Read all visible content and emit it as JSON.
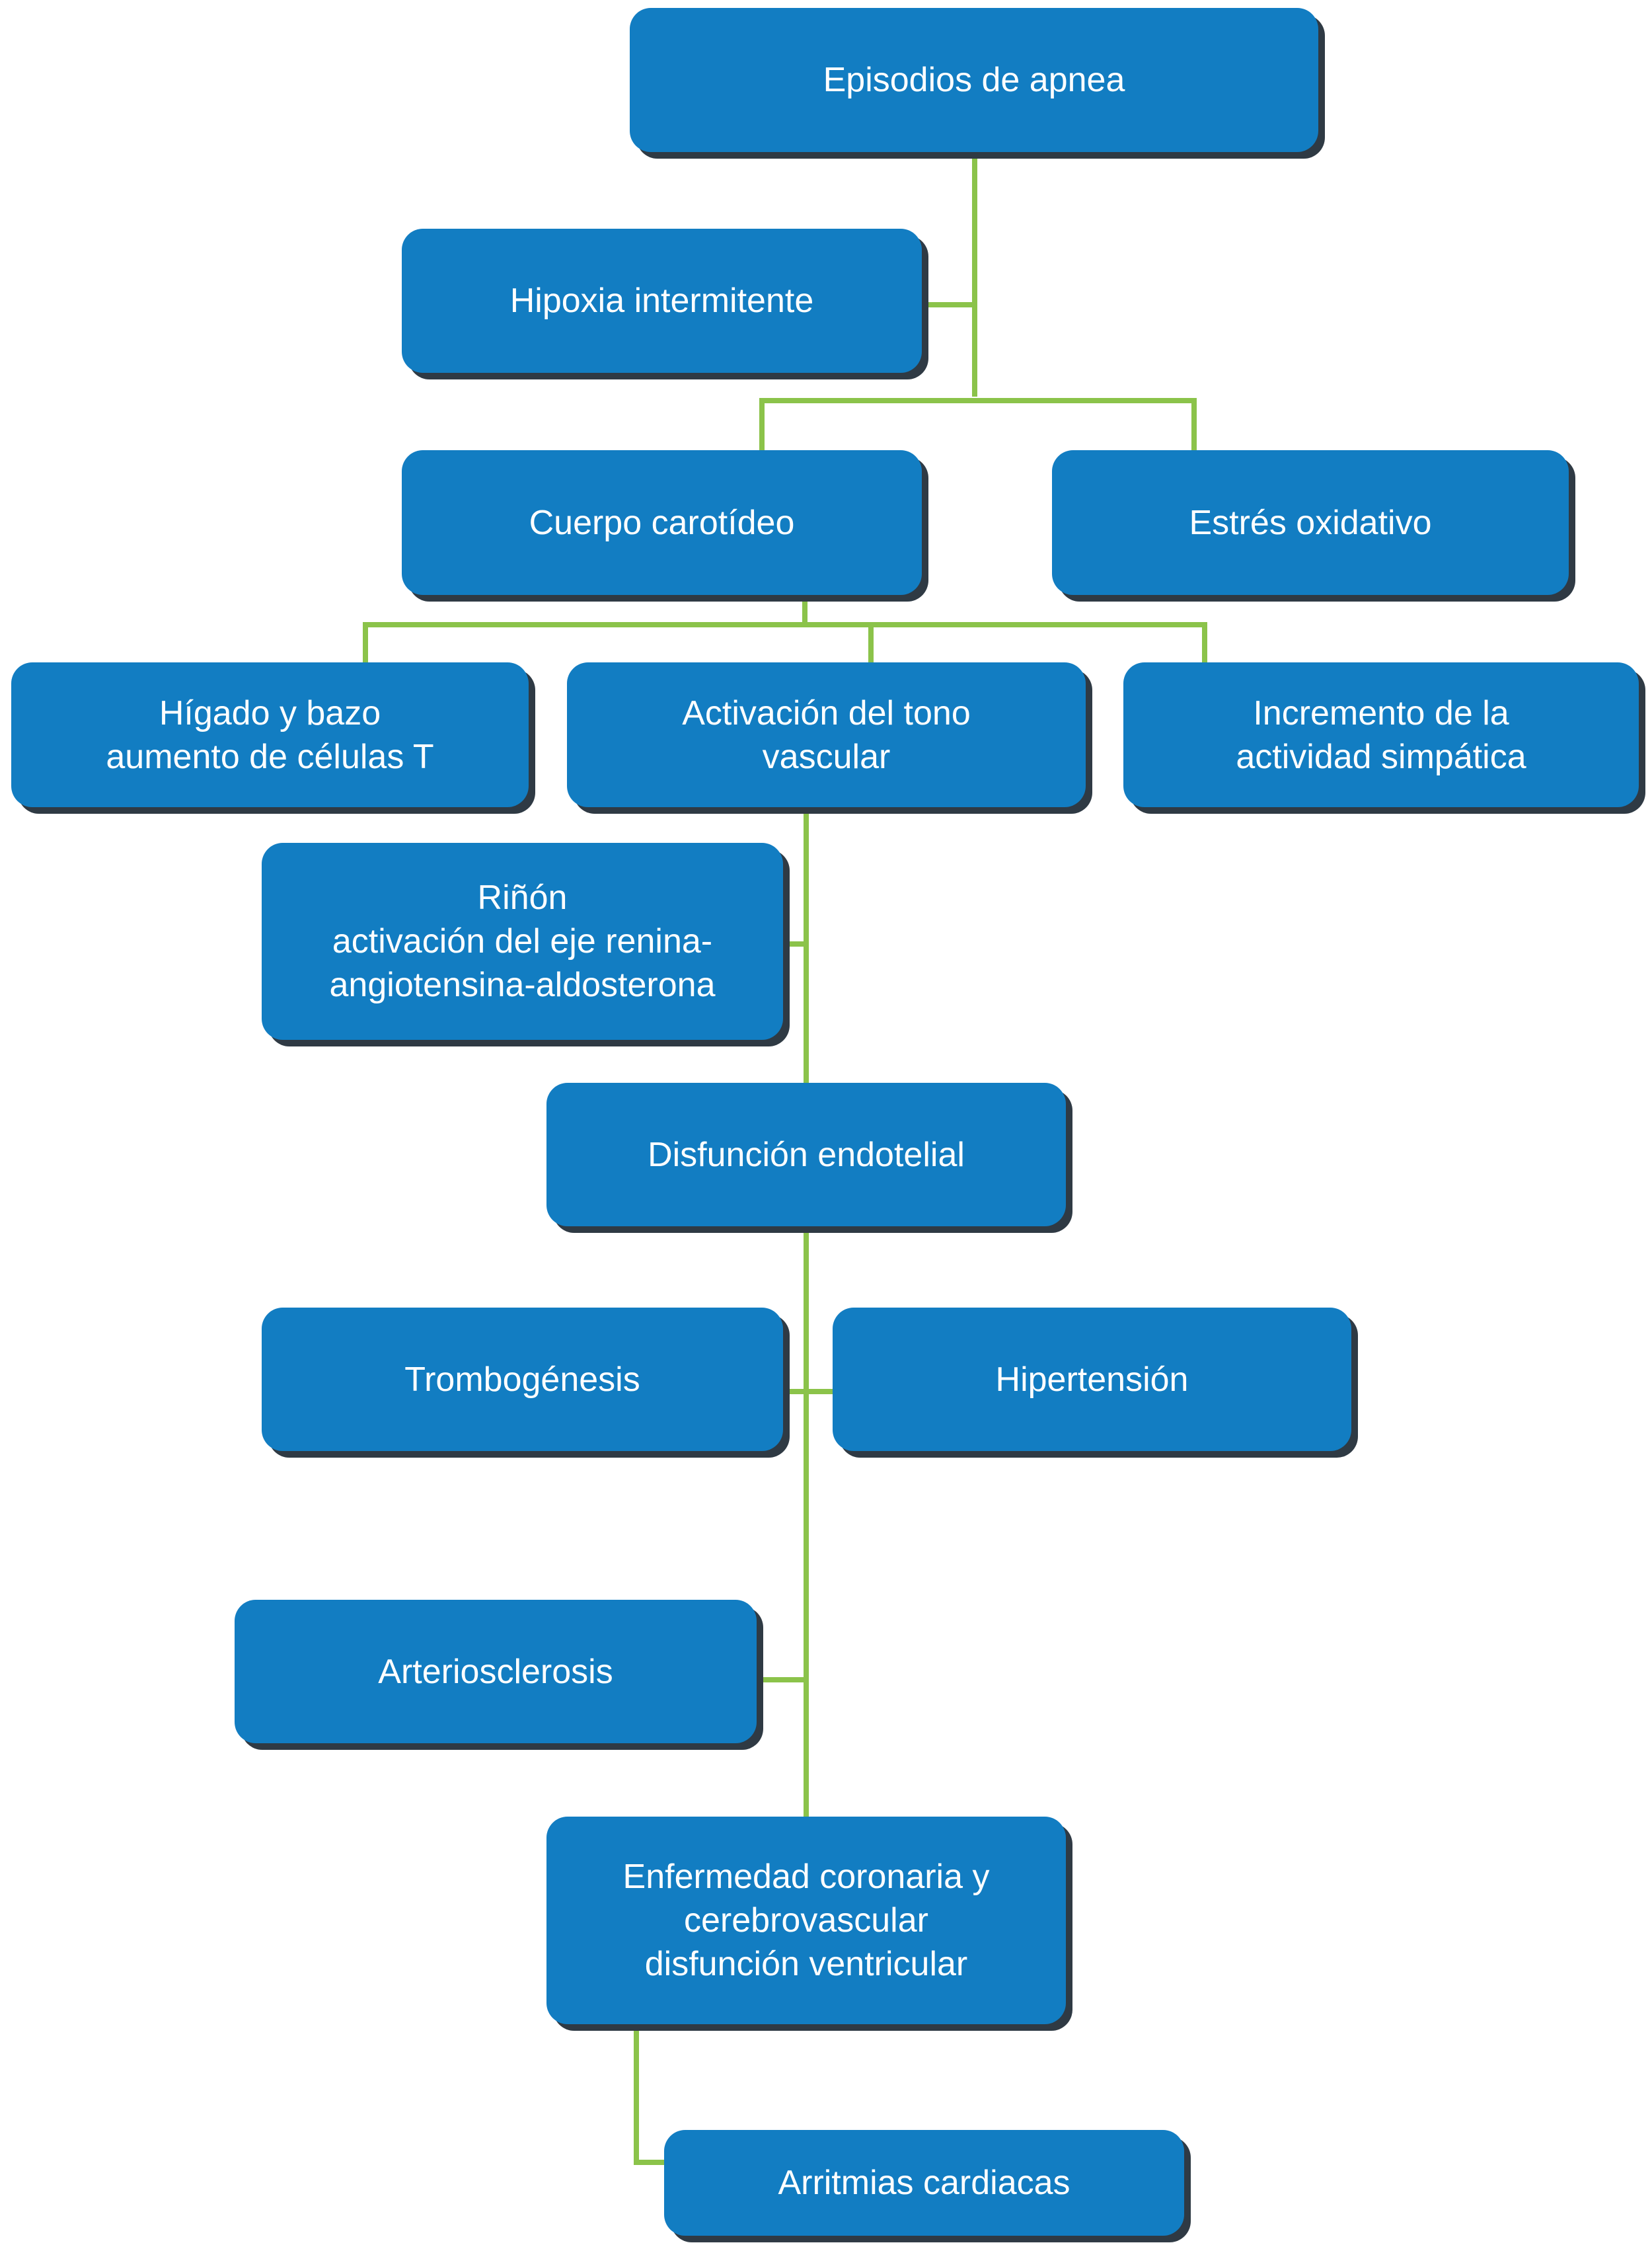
{
  "colors": {
    "box_fill": "#127dc2",
    "box_shadow": "#2f3a44",
    "box_text": "#ffffff",
    "connector": "#8bc34a",
    "background": "#ffffff"
  },
  "nodes": {
    "episodios_apnea": "Episodios de apnea",
    "hipoxia_intermitente": "Hipoxia intermitente",
    "cuerpo_carotideo": "Cuerpo carotídeo",
    "estres_oxidativo": "Estrés oxidativo",
    "higado_bazo": "Hígado y bazo\naumento de células T",
    "activacion_tono": "Activación del tono\nvascular",
    "incremento_simpatica": "Incremento de la\nactividad simpática",
    "rinon": "Riñón\nactivación del eje renina-\nangiotensina-aldosterona",
    "disfuncion_endotelial": "Disfunción endotelial",
    "trombogenesis": "Trombogénesis",
    "hipertension": "Hipertensión",
    "arteriosclerosis": "Arteriosclerosis",
    "enfermedad_coronaria": "Enfermedad coronaria y\ncerebrovascular\ndisfunción ventricular",
    "arritmias": "Arritmias cardiacas"
  }
}
